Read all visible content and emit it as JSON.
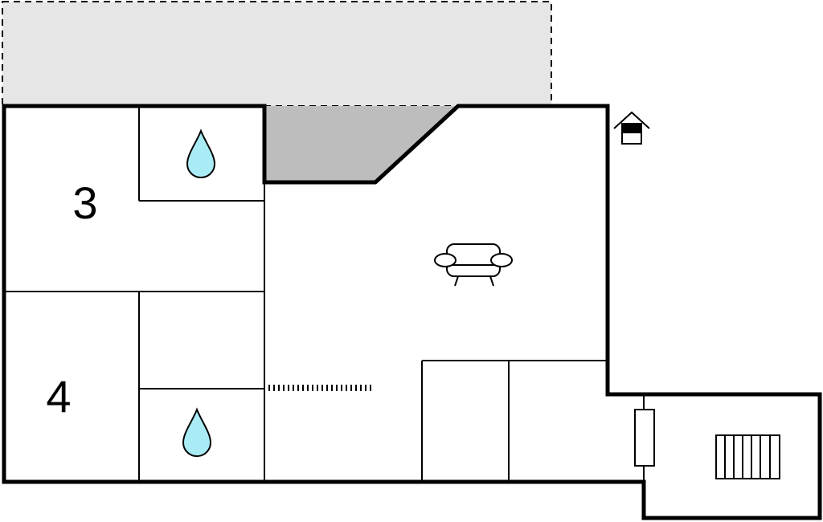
{
  "floorplan": {
    "rooms": [
      {
        "id": "room-3",
        "label": "3",
        "type": "bedroom"
      },
      {
        "id": "room-4",
        "label": "4",
        "type": "bedroom"
      }
    ],
    "icons": [
      {
        "name": "water-drop-icon",
        "room": "bathroom-upper"
      },
      {
        "name": "water-drop-icon",
        "room": "bathroom-lower"
      },
      {
        "name": "sofa-icon",
        "room": "living-room"
      },
      {
        "name": "house-entrance-icon",
        "room": "entrance"
      },
      {
        "name": "stairs-icon",
        "room": "annex"
      },
      {
        "name": "radiator-icon",
        "room": "annex"
      }
    ],
    "colors": {
      "wall": "#000000",
      "drop_fill": "#a9ecf5",
      "terrace_fill": "#e6e6e6",
      "dark_fill": "#bdbdbd",
      "background": "#ffffff"
    }
  }
}
